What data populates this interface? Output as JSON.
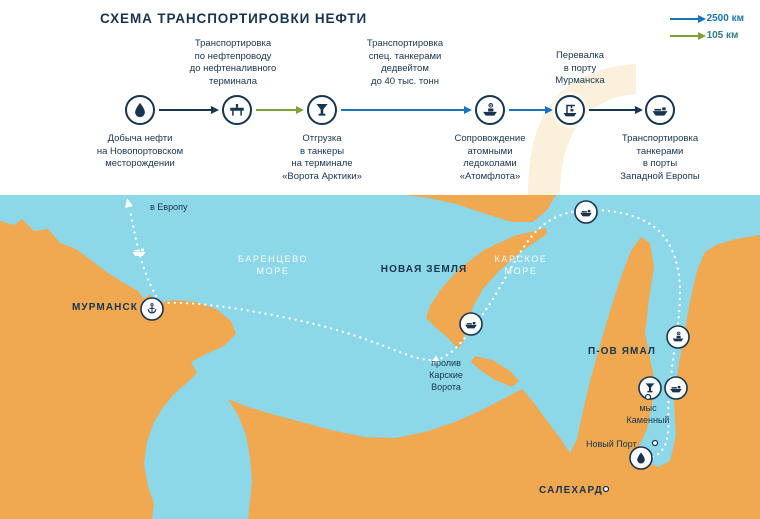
{
  "title": "СХЕМА ТРАНСПОРТИРОВКИ НЕФТИ",
  "legend": {
    "items": [
      {
        "label": "2500 км",
        "arrow_icon": "blue-arrow-icon",
        "arrow_color": "#1C74B8"
      },
      {
        "label": "105 км",
        "arrow_icon": "green-arrow-icon",
        "arrow_color": "#7FA13C"
      }
    ]
  },
  "flow": {
    "stage_labels": [
      "Транспортировка\nпо нефтепроводу\nдо нефтеналивного\nтерминала",
      "Транспортировка\nспец. танкерами\nдедвейтом\nдо 40 тыс. тонн",
      "Перевалка\nв порту\nМурманска"
    ],
    "step_labels": [
      "Добыча нефти\nна Новопортовском\nместорождении",
      "Отгрузка\nв танкеры\nна терминале\n«Ворота Арктики»",
      "Сопровождение\nатомными\nледоколами\n«Атомфлота»",
      "Транспортировка\nтанкерами\nв порты\nЗападной Европы"
    ],
    "step_icons": [
      "oil-drop-icon",
      "pipeline-terminal-icon",
      "tanker-loading-icon",
      "icebreaker-icon",
      "port-crane-icon",
      "tanker-ship-icon"
    ]
  },
  "map": {
    "labels": {
      "to_europe": "в Европу",
      "murmansk": "МУРМАНСК",
      "barents_sea": "БАРЕНЦЕВО\nМОРЕ",
      "novaya_zemlya": "НОВАЯ ЗЕМЛЯ",
      "kara_sea": "КАРСКОЕ\nМОРЕ",
      "yamal": "П-ОВ ЯМАЛ",
      "kara_gates": "пролив\nКарские\nВорота",
      "cape_kamenny": "мыс\nКаменный",
      "novy_port": "Новый Порт",
      "salekhard": "САЛЕХАРД"
    }
  },
  "colors": {
    "navy": "#18344F",
    "blue": "#1C74B8",
    "green": "#7FA13C",
    "teal": "#2F7D80",
    "sea": "#8CD7E8",
    "land": "#F0A851",
    "cream": "#FBF0DC"
  }
}
